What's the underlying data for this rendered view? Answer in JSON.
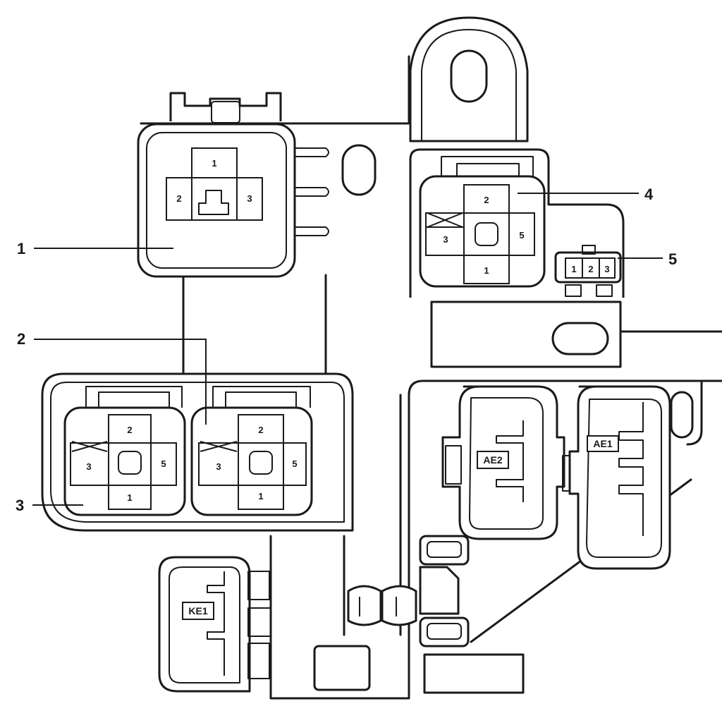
{
  "callouts": {
    "c1": "1",
    "c2": "2",
    "c3": "3",
    "c4": "4",
    "c5": "5"
  },
  "relay1": {
    "pin_top": "1",
    "pin_left": "2",
    "pin_right": "3"
  },
  "relay4": {
    "pin_top": "2",
    "pin_left": "3",
    "pin_right": "5",
    "pin_bottom": "1"
  },
  "relay2": {
    "pin_top": "2",
    "pin_left": "3",
    "pin_right": "5",
    "pin_bottom": "1"
  },
  "relay3": {
    "pin_top": "2",
    "pin_left": "3",
    "pin_right": "5",
    "pin_bottom": "1"
  },
  "connector5": {
    "pins": [
      "1",
      "2",
      "3"
    ]
  },
  "connectors": {
    "ae2": "AE2",
    "ae1": "AE1",
    "ke1": "KE1"
  }
}
